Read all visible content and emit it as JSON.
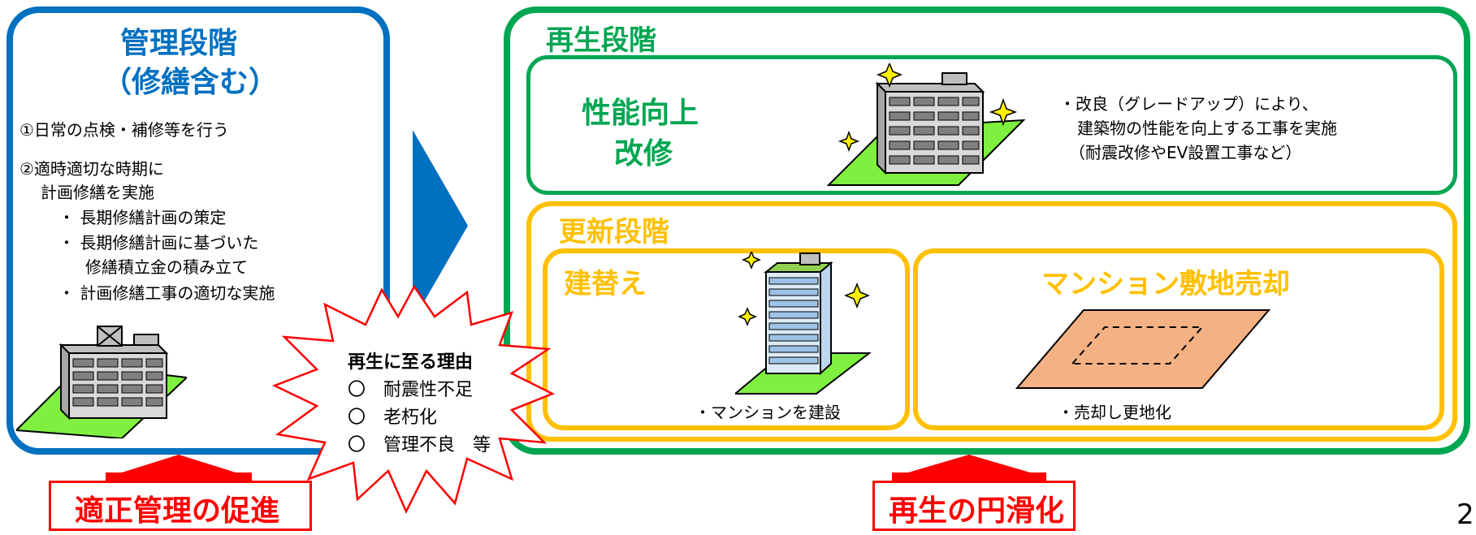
{
  "colors": {
    "blue": "#0070C0",
    "green": "#00A651",
    "green_text": "#00A651",
    "orange": "#FFC000",
    "red": "#FF0000",
    "lawn": "#80F040",
    "ground": "#F4B183"
  },
  "management": {
    "title_line1": "管理段階",
    "title_line2": "（修繕含む）",
    "item1": "①日常の点検・補修等を行う",
    "item2_line1": "②適時適切な時期に",
    "item2_line2": "計画修繕を実施",
    "sub1": "・ 長期修繕計画の策定",
    "sub2_line1": "・ 長期修繕計画に基づいた",
    "sub2_line2": "修繕積立金の積み立て",
    "sub3": "・ 計画修繕工事の適切な実施",
    "icon": "apartment-building-icon"
  },
  "regeneration": {
    "title": "再生段階",
    "improvement": {
      "title_line1": "性能向上",
      "title_line2": "改修",
      "desc_line1": "・改良（グレードアップ）により、",
      "desc_line2": "建築物の性能を向上する工事を実施",
      "desc_line3": "（耐震改修やEV設置工事など）",
      "icon": "sparkling-building-icon"
    },
    "renewal": {
      "title": "更新段階",
      "rebuild": {
        "title": "建替え",
        "caption": "・マンションを建設",
        "icon": "new-tower-icon"
      },
      "site_sale": {
        "title": "マンション敷地売却",
        "caption": "・売却し更地化",
        "icon": "vacant-lot-icon"
      }
    }
  },
  "burst": {
    "heading": "再生に至る理由",
    "reasons": [
      "〇　耐震性不足",
      "〇　老朽化",
      "〇　管理不良　等"
    ]
  },
  "labels": {
    "promote": "適正管理の促進",
    "smooth": "再生の円滑化"
  },
  "page_number": "2"
}
